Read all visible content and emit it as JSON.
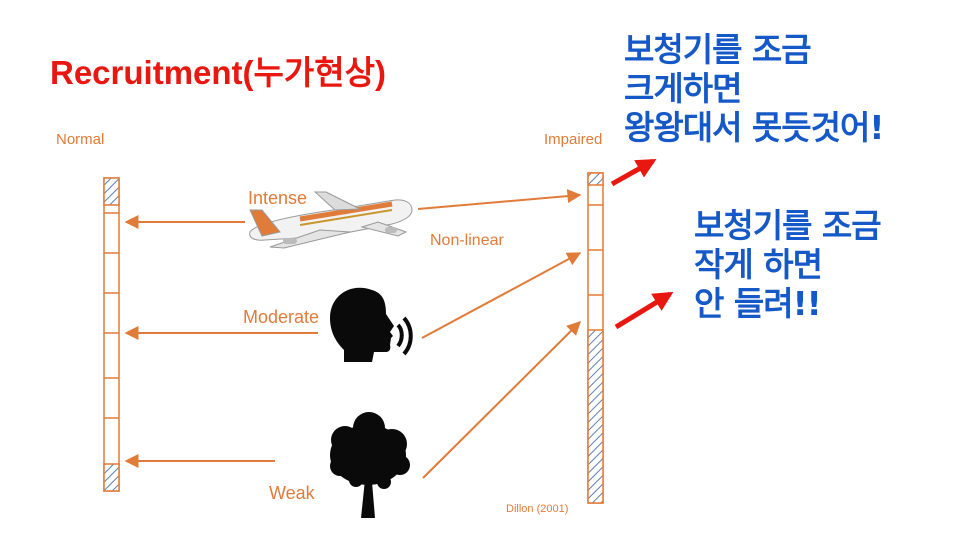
{
  "title": "Recruitment(누가현상)",
  "labels": {
    "normal": "Normal",
    "impaired": "Impaired",
    "intense": "Intense",
    "moderate": "Moderate",
    "weak": "Weak",
    "nonlinear": "Non-linear",
    "citation": "Dillon (2001)"
  },
  "notes": {
    "top": [
      "보청기를 조금",
      "크게하면",
      "왕왕대서 못듯것어!"
    ],
    "bottom": [
      "보청기를 조금",
      "작게 하면",
      "안 들려!!"
    ]
  },
  "icons": {
    "airplane": "airplane-icon",
    "speaker": "speaking-head-icon",
    "tree": "tree-icon"
  },
  "colors": {
    "title": "#e8170f",
    "orange": "#e07b39",
    "note_blue": "#1558c7",
    "red_arrow": "#e8170f",
    "hatch": "#5a7fb5"
  }
}
